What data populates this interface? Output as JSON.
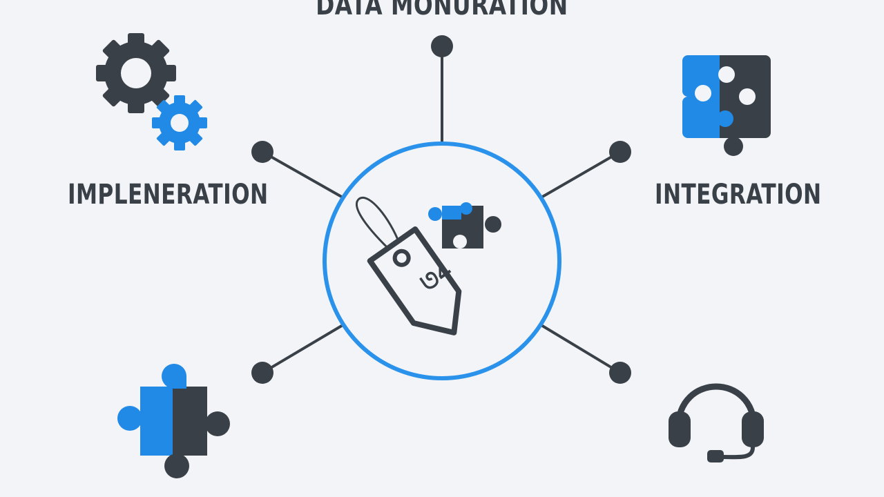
{
  "colors": {
    "background": "#f2f4f7",
    "dark": "#3a4048",
    "blue": "#2189e6",
    "hub_ring": "#2a92ea"
  },
  "labels": {
    "top": "DATA MONURATION",
    "left": "IMPLENERATION",
    "right": "INTEGRATION"
  },
  "hub": {
    "icons": [
      "price-tag-icon",
      "puzzle-piece-icon"
    ],
    "tag_text": "ᘎ4"
  },
  "nodes": {
    "top_left_icon": "gears-icon",
    "top_right_icon": "puzzle-square-icon",
    "bottom_left_icon": "puzzle-piece-icon",
    "bottom_right_icon": "headset-icon"
  }
}
